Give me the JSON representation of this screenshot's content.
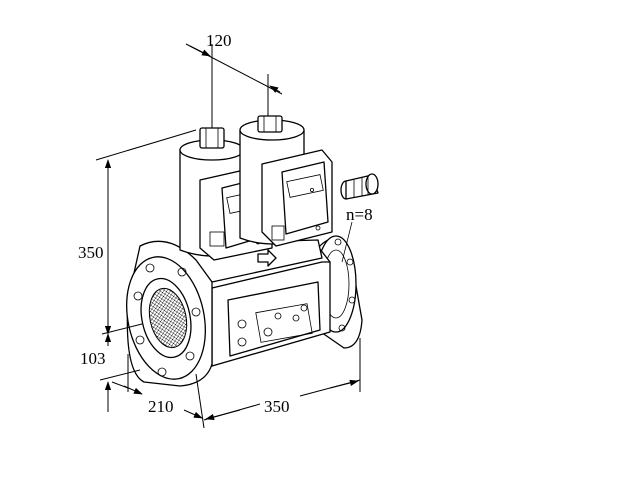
{
  "dimensions": {
    "top_width": "120",
    "height_total": "350",
    "height_lower": "103",
    "depth": "210",
    "length": "350"
  },
  "annotation": {
    "cable_glands": "n=8"
  },
  "icons": [
    "gas-valve-drawing",
    "cable-gland-icon",
    "arrow-icon"
  ]
}
